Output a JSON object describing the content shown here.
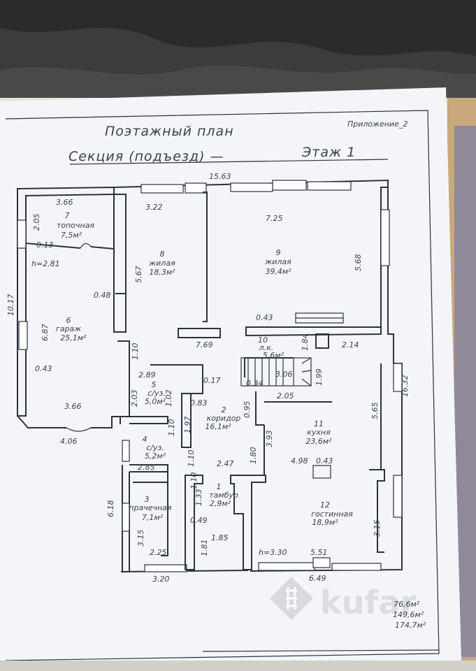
{
  "header": {
    "appendix": "Приложение_2",
    "title": "Поэтажный план",
    "section": "Секция (подъезд) —",
    "floor": "Этаж 1"
  },
  "rooms": [
    {
      "id": "7",
      "number": "7",
      "name": "топочная",
      "area": "7,5м²"
    },
    {
      "id": "8",
      "number": "8",
      "name": "жилая",
      "area": "18,3м²"
    },
    {
      "id": "9",
      "number": "9",
      "name": "жилая",
      "area": "39,4м²"
    },
    {
      "id": "6",
      "number": "6",
      "name": "гараж",
      "area": "25,1м²"
    },
    {
      "id": "10",
      "number": "10",
      "name": "л.к.",
      "area": "5,6м²"
    },
    {
      "id": "5",
      "number": "5",
      "name": "с/уз.",
      "area": "5,0м²"
    },
    {
      "id": "2",
      "number": "2",
      "name": "коридор",
      "area": "16,1м²"
    },
    {
      "id": "11",
      "number": "11",
      "name": "кухня",
      "area": "23,6м²"
    },
    {
      "id": "4",
      "number": "4",
      "name": "с/уз.",
      "area": "5,2м²"
    },
    {
      "id": "1",
      "number": "1",
      "name": "тамбур",
      "area": "2,9м²"
    },
    {
      "id": "3",
      "number": "3",
      "name": "прачечная",
      "area": "7,1м²"
    },
    {
      "id": "12",
      "number": "12",
      "name": "гостинная",
      "area": "18,9м²"
    }
  ],
  "dimensions": [
    "15.63",
    "3.66",
    "3.22",
    "7.25",
    "2.05",
    "0.13",
    "h=2.81",
    "5.67",
    "5.68",
    "10.17",
    "0.48",
    "0.43",
    "6.87",
    "1.10",
    "7.69",
    "1.84",
    "2.14",
    "0.43",
    "2.89",
    "0.17",
    "3.06",
    "1.99",
    "0.34",
    "16.32",
    "2.03",
    "1.02",
    "0.83",
    "0.95",
    "2.05",
    "3.66",
    "1.97",
    "5.65",
    "4.06",
    "1.10",
    "3.93",
    "1.10",
    "1.80",
    "2.85",
    "2.47",
    "4.98",
    "0.43",
    "1.10",
    "6.18",
    "1.33",
    "0.49",
    "3.15",
    "3.15",
    "2.25",
    "1.81",
    "1.85",
    "h=3.30",
    "5.51",
    "3.20",
    "6.49"
  ],
  "totals": [
    "76,6м²",
    "149,6м²",
    "174,7м²"
  ],
  "watermark": "kufar",
  "colors": {
    "ink": "#3c4150",
    "paper": "#f6f7fb",
    "wall": "#2d3140",
    "background": "#e7e4de"
  }
}
